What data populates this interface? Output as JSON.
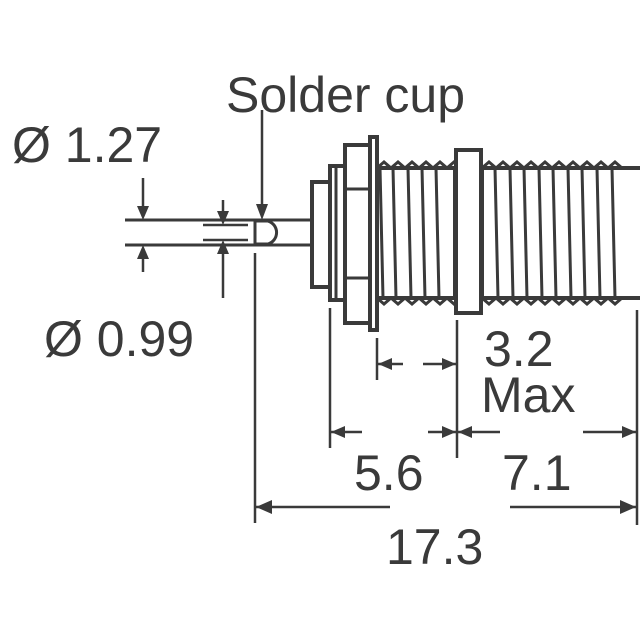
{
  "labels": {
    "solder_cup": "Solder cup",
    "dia_outer": "Ø 1.27",
    "dia_inner": "Ø 0.99",
    "dim_thread": "3.2",
    "dim_thread_note": "Max",
    "dim_rear": "5.6",
    "dim_front": "7.1",
    "dim_total": "17.3"
  },
  "colors": {
    "line": "#3a3a3a",
    "background": "#ffffff"
  }
}
